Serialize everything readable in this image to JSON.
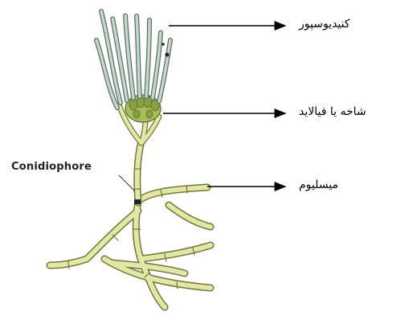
{
  "labels": {
    "conidiospore": "کنیدیوسپور",
    "branch_phialide": "شاخه یا فیالاید",
    "mycelium": "میسلیوم",
    "conidiophore": "Conidiophore"
  },
  "colors": {
    "hypha_fill": "#e4e6a6",
    "hypha_stroke": "#6f7a3a",
    "chain_fill": "#c7d8c6",
    "chain_stroke": "#55706a",
    "vesicle_fill": "#a9bb5a",
    "arrow": "#000000"
  }
}
